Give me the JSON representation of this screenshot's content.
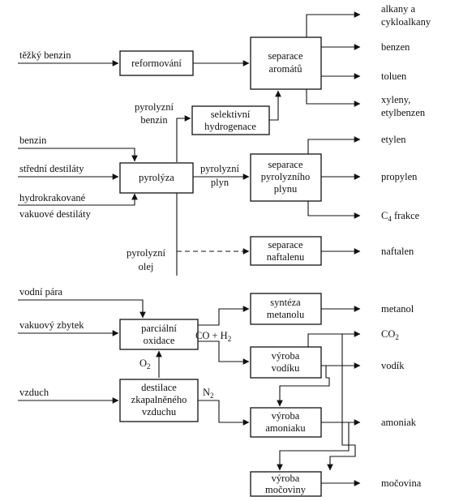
{
  "processes": {
    "reformovani": "reformování",
    "separace_aromatu": [
      "separace",
      "aromátů"
    ],
    "selektivni_hydrogenace": [
      "selektivní",
      "hydrogenace"
    ],
    "pyrolyza": "pyrolýza",
    "separace_pyrolyzniho_plynu": [
      "separace",
      "pyrolyzního",
      "plynu"
    ],
    "separace_naftalenu": [
      "separace",
      "naftalenu"
    ],
    "parcialni_oxidace": [
      "parciální",
      "oxidace"
    ],
    "syntez_metanolu": [
      "syntéza",
      "metanolu"
    ],
    "vyroba_vodiku": [
      "výroba",
      "vodíku"
    ],
    "destilace_vzduchu": [
      "destilace",
      "zkapalněného",
      "vzduchu"
    ],
    "vyroba_amoniaku": [
      "výroba",
      "amoniaku"
    ],
    "vyroba_mocoviny": [
      "výroba",
      "močoviny"
    ]
  },
  "inputs": {
    "tezky_benzin": "těžký benzin",
    "benzin": "benzin",
    "stredni_destilaty": "střední destiláty",
    "hydrokrakovane": [
      "hydrokrakované",
      "vakuové destiláty"
    ],
    "vodni_para": "vodní pára",
    "vakuovy_zbytek": "vakuový zbytek",
    "vzduch": "vzduch"
  },
  "outputs": {
    "alkany": [
      "alkany a",
      "cykloalkany"
    ],
    "benzen": "benzen",
    "toluen": "toluen",
    "xyleny": [
      "xyleny,",
      "etylbenzen"
    ],
    "etylen": "etylen",
    "propylen": "propylen",
    "c4_main": "C",
    "c4_sub": "4",
    "c4_rest": " frakce",
    "naftalen": "naftalen",
    "metanol": "metanol",
    "co2_main": "CO",
    "co2_sub": "2",
    "vodik": "vodík",
    "amoniak": "amoniak",
    "mocovina": "močovina"
  },
  "streams": {
    "pyrolyzni_benzin": [
      "pyrolyzní",
      "benzin"
    ],
    "pyrolyzni_plyn": [
      "pyrolyzní",
      "plyn"
    ],
    "pyrolyzni_olej": [
      "pyrolyzní",
      "olej"
    ],
    "syngas_a": "CO + H",
    "syngas_sub": "2",
    "o2_main": "O",
    "o2_sub": "2",
    "n2_main": "N",
    "n2_sub": "2"
  }
}
